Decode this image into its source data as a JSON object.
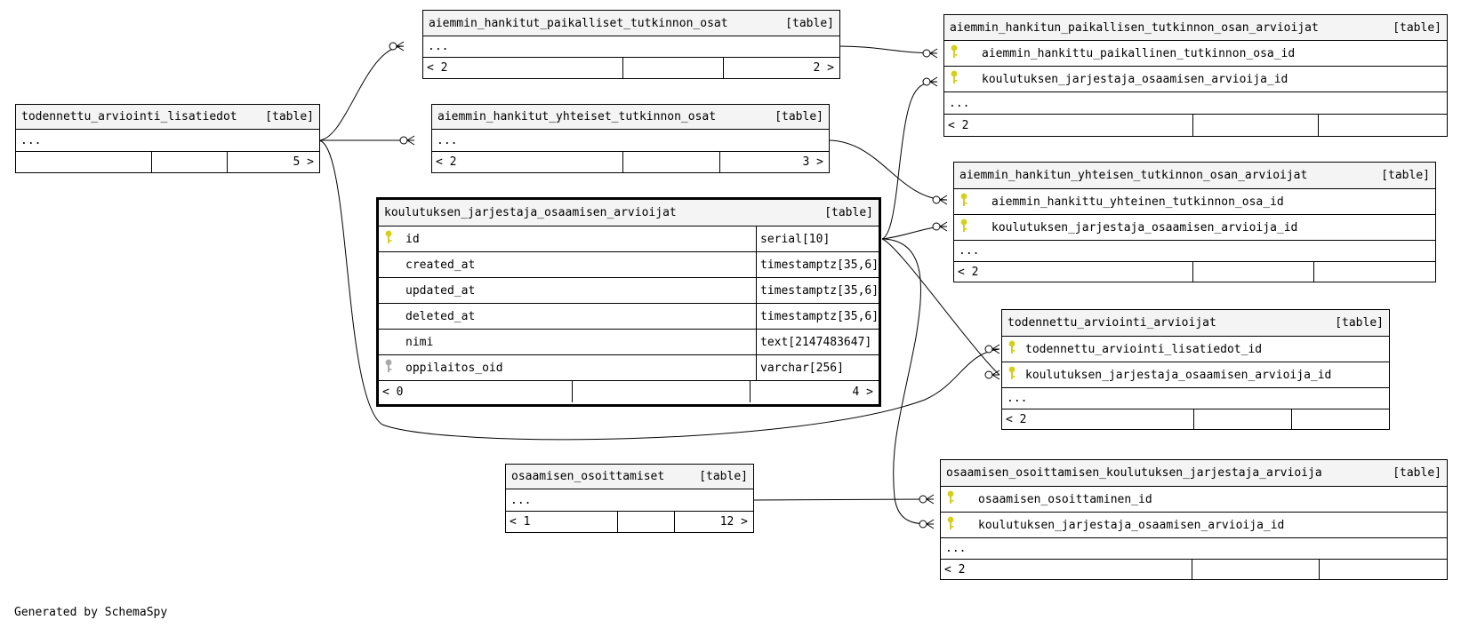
{
  "tables": [
    {
      "name": "todennettu_arviointi_lisatiedot",
      "kind": "[table]",
      "rows": [],
      "ellipsis": "...",
      "foot": [
        "",
        "",
        "5 >"
      ]
    },
    {
      "name": "aiemmin_hankitut_paikalliset_tutkinnon_osat",
      "kind": "[table]",
      "rows": [],
      "ellipsis": "...",
      "foot": [
        "< 2",
        "",
        "2 >"
      ]
    },
    {
      "name": "aiemmin_hankitut_yhteiset_tutkinnon_osat",
      "kind": "[table]",
      "rows": [],
      "ellipsis": "...",
      "foot": [
        "< 2",
        "",
        "3 >"
      ]
    },
    {
      "name": "koulutuksen_jarjestaja_osaamisen_arvioijat",
      "kind": "[table]",
      "rows": [
        {
          "name": "id",
          "type": "serial[10]",
          "key": "primary"
        },
        {
          "name": "created_at",
          "type": "timestamptz[35,6]",
          "key": ""
        },
        {
          "name": "updated_at",
          "type": "timestamptz[35,6]",
          "key": ""
        },
        {
          "name": "deleted_at",
          "type": "timestamptz[35,6]",
          "key": ""
        },
        {
          "name": "nimi",
          "type": "text[2147483647]",
          "key": ""
        },
        {
          "name": "oppilaitos_oid",
          "type": "varchar[256]",
          "key": "index"
        }
      ],
      "ellipsis": "",
      "foot": [
        "< 0",
        "",
        "4 >"
      ]
    },
    {
      "name": "osaamisen_osoittamiset",
      "kind": "[table]",
      "rows": [],
      "ellipsis": "...",
      "foot": [
        "< 1",
        "",
        "12 >"
      ]
    },
    {
      "name": "aiemmin_hankitun_paikallisen_tutkinnon_osan_arvioijat",
      "kind": "[table]",
      "rows": [
        {
          "name": "aiemmin_hankittu_paikallinen_tutkinnon_osa_id",
          "key": "primary"
        },
        {
          "name": "koulutuksen_jarjestaja_osaamisen_arvioija_id",
          "key": "primary"
        }
      ],
      "ellipsis": "...",
      "foot": [
        "< 2",
        "",
        ""
      ]
    },
    {
      "name": "aiemmin_hankitun_yhteisen_tutkinnon_osan_arvioijat",
      "kind": "[table]",
      "rows": [
        {
          "name": "aiemmin_hankittu_yhteinen_tutkinnon_osa_id",
          "key": "primary"
        },
        {
          "name": "koulutuksen_jarjestaja_osaamisen_arvioija_id",
          "key": "primary"
        }
      ],
      "ellipsis": "...",
      "foot": [
        "< 2",
        "",
        ""
      ]
    },
    {
      "name": "todennettu_arviointi_arvioijat",
      "kind": "[table]",
      "rows": [
        {
          "name": "todennettu_arviointi_lisatiedot_id",
          "key": "primary"
        },
        {
          "name": "koulutuksen_jarjestaja_osaamisen_arvioija_id",
          "key": "primary"
        }
      ],
      "ellipsis": "...",
      "foot": [
        "< 2",
        "",
        ""
      ]
    },
    {
      "name": "osaamisen_osoittamisen_koulutuksen_jarjestaja_arvioija",
      "kind": "[table]",
      "rows": [
        {
          "name": "osaamisen_osoittaminen_id",
          "key": "primary"
        },
        {
          "name": "koulutuksen_jarjestaja_osaamisen_arvioija_id",
          "key": "primary"
        }
      ],
      "ellipsis": "...",
      "foot": [
        "< 2",
        "",
        ""
      ]
    }
  ],
  "colors": {
    "primary_key": "#d4cf1a",
    "index_key": "#a8a8a8",
    "header_bg": "#f4f4f4"
  },
  "footer": "Generated by SchemaSpy"
}
